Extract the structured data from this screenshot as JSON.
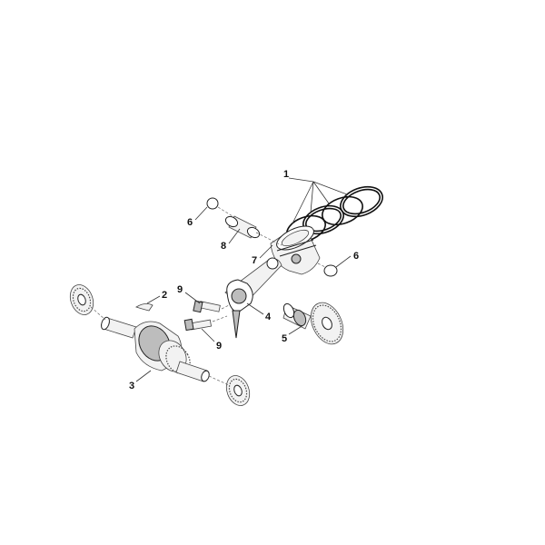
{
  "callouts": {
    "piston_rings": "1",
    "key": "2",
    "crankshaft": "3",
    "connecting_rod": "4",
    "camshaft": "5",
    "circlip_left": "6",
    "circlip_right": "6",
    "piston": "7",
    "piston_pin": "8",
    "bolt_upper": "9",
    "bolt_lower": "9"
  }
}
